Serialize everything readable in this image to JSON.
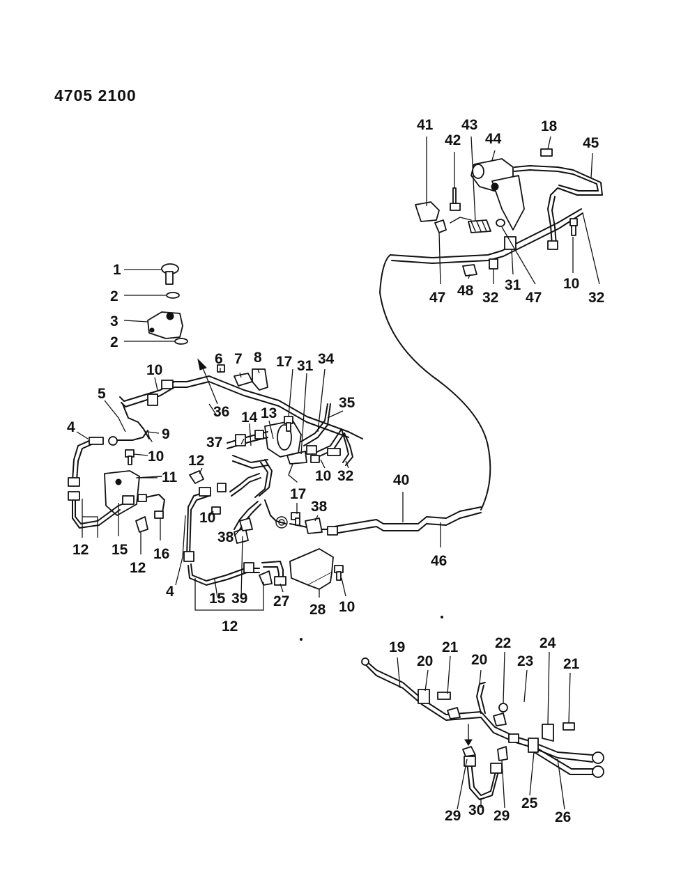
{
  "diagram": {
    "code": "4705 2100",
    "callouts": {
      "c1": "1",
      "c2a": "2",
      "c3": "3",
      "c2b": "2",
      "c10a": "10",
      "c5": "5",
      "c4a": "4",
      "c9": "9",
      "c10b": "10",
      "c11": "11",
      "c12a": "12",
      "c15a": "15",
      "c12b": "12",
      "c16": "16",
      "c6": "6",
      "c7": "7",
      "c8": "8",
      "c36": "36",
      "c37": "37",
      "c14": "14",
      "c13": "13",
      "c17a": "17",
      "c31a": "31",
      "c34": "34",
      "c35": "35",
      "c10c": "10",
      "c32a": "32",
      "c12c": "12",
      "c10d": "10",
      "c38a": "38",
      "c4b": "4",
      "c15b": "15",
      "c39": "39",
      "c12d": "12",
      "c27": "27",
      "c28": "28",
      "c10e": "10",
      "c17b": "17",
      "c38b": "38",
      "c40": "40",
      "c46": "46",
      "c41": "41",
      "c42": "42",
      "c43": "43",
      "c44": "44",
      "c18": "18",
      "c45": "45",
      "c47a": "47",
      "c48": "48",
      "c32b": "32",
      "c31b": "31",
      "c47b": "47",
      "c10f": "10",
      "c32c": "32",
      "c19": "19",
      "c20a": "20",
      "c21a": "21",
      "c20b": "20",
      "c22": "22",
      "c23": "23",
      "c24": "24",
      "c21b": "21",
      "c29a": "29",
      "c30": "30",
      "c29b": "29",
      "c25": "25",
      "c26": "26"
    }
  }
}
